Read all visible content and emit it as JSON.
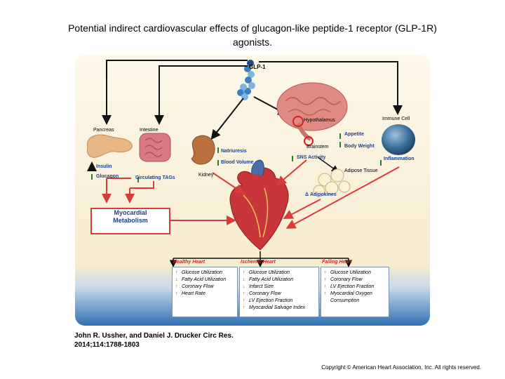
{
  "title": {
    "line1": "Potential indirect cardiovascular effects of glucagon-like peptide-1 receptor (GLP-1R)",
    "line2": "agonists."
  },
  "diagram": {
    "glp1": "GLP-1",
    "pancreas": "Pancreas",
    "intestine": "Intestine",
    "kidney": "Kidney",
    "hypothalamus": "Hypothalamus",
    "brainstem": "Brainstem",
    "immune_cell": "Immune Cell",
    "adipose_tissue": "Adipose Tissue",
    "insulin": "Insulin",
    "glucagon": "Glucagon",
    "circulating_tags": "Circulating TAGs",
    "natriuresis": "Natriuresis",
    "blood_volume": "Blood Volume",
    "appetite": "Appetite",
    "body_weight": "Body Weight",
    "sns_activity": "SNS Activity",
    "inflammation": "Inflammation",
    "adipokines": "Δ Adipokines",
    "myocardial_line1": "Myocardial",
    "myocardial_line2": "Metabolism"
  },
  "panels": [
    {
      "heading": "Healthy Heart",
      "items": [
        {
          "dir": "up",
          "text": "Glucose Utilization"
        },
        {
          "dir": "down",
          "text": "Fatty Acid Utilization"
        },
        {
          "dir": "up",
          "text": "Coronary Flow"
        },
        {
          "dir": "up",
          "text": "Heart Rate"
        }
      ]
    },
    {
      "heading": "Ischemic Heart",
      "items": [
        {
          "dir": "up",
          "text": "Glucose Utilization"
        },
        {
          "dir": "down",
          "text": "Fatty Acid Utilization"
        },
        {
          "dir": "down",
          "text": "Infarct Size"
        },
        {
          "dir": "up",
          "text": "Coronary Flow"
        },
        {
          "dir": "up",
          "text": "LV Ejection Fraction"
        },
        {
          "dir": "up",
          "text": "Myocardial Salvage Index"
        }
      ]
    },
    {
      "heading": "Failing Heart",
      "items": [
        {
          "dir": "up",
          "text": "Glucose Utilization"
        },
        {
          "dir": "up",
          "text": "Coronary Flow"
        },
        {
          "dir": "up",
          "text": "LV Ejection Fraction"
        },
        {
          "dir": "up",
          "text": "Myocardial Oxygen"
        },
        {
          "dir": "none",
          "text": "Consumption"
        }
      ]
    }
  ],
  "citation": {
    "line1": "John R. Ussher, and Daniel J. Drucker Circ Res.",
    "line2": "2014;114:1788-1803"
  },
  "copyright": "Copyright © American Heart Association, Inc. All rights reserved.",
  "colors": {
    "accent_red": "#d93a3a",
    "label_blue": "#1e3f8a",
    "arrow_green": "#2e7d32",
    "background_top": "#fbf4e3",
    "background_bottom": "#2f6fb3"
  }
}
